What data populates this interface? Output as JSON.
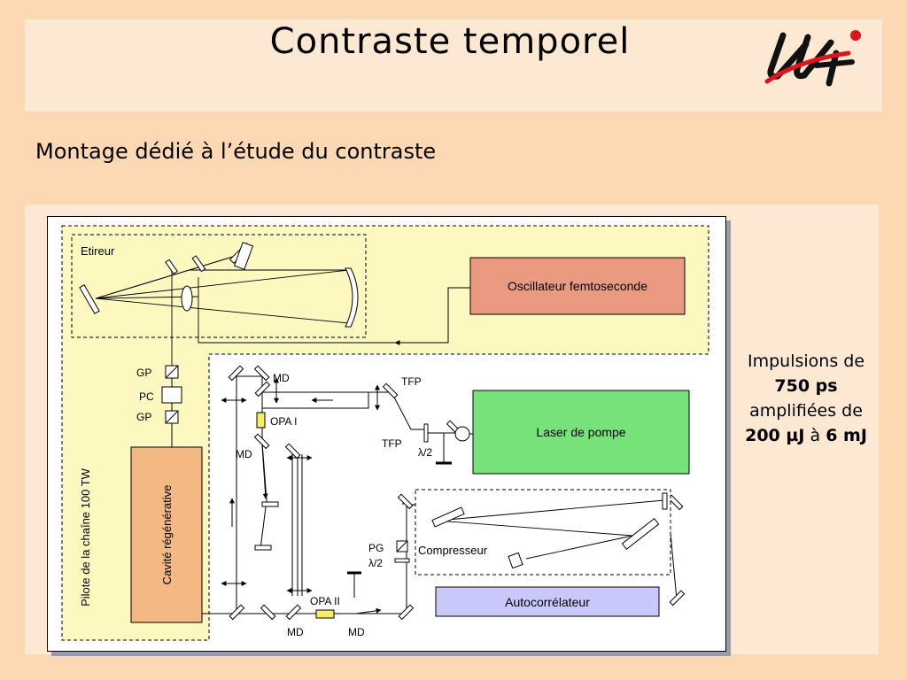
{
  "header": {
    "title": "Contraste temporel"
  },
  "subtitle": "Montage dédié à l’étude du contraste",
  "diagram": {
    "etireur": "Etireur",
    "oscillateur": "Oscillateur femtoseconde",
    "laser_pompe": "Laser de pompe",
    "cavite": "Cavité régénérative",
    "pilote": "Pilote de la chaîne 100 TW",
    "compresseur": "Compresseur",
    "autocorrelateur": "Autocorrélateur",
    "gp_top": "GP",
    "pc": "PC",
    "gp_bottom": "GP",
    "md_top": "MD",
    "md_left": "MD",
    "md_bottom_left": "MD",
    "md_bottom_right": "MD",
    "opa1": "OPA I",
    "opa2": "OPA II",
    "tfp_top": "TFP",
    "tfp_bottom": "TFP",
    "lambda_half_1": "λ/2",
    "pg": "PG",
    "lambda_half_2": "λ/2"
  },
  "side_note": {
    "line1": "Impulsions de",
    "duration": "750 ps",
    "line3": "amplifiées de",
    "energy_from": "200 µJ",
    "connector": "à",
    "energy_to": "6 mJ"
  },
  "colors": {
    "background": "#fdd9b3",
    "panel": "#fde8d3",
    "pilot_zone": "#fcf8c0",
    "oscillateur": "#e99a80",
    "laser_pompe": "#77e27a",
    "cavite": "#f4b882",
    "autocorrelateur": "#c8c8fa",
    "opa": "#f6ee64",
    "logo_red": "#e0141e"
  }
}
